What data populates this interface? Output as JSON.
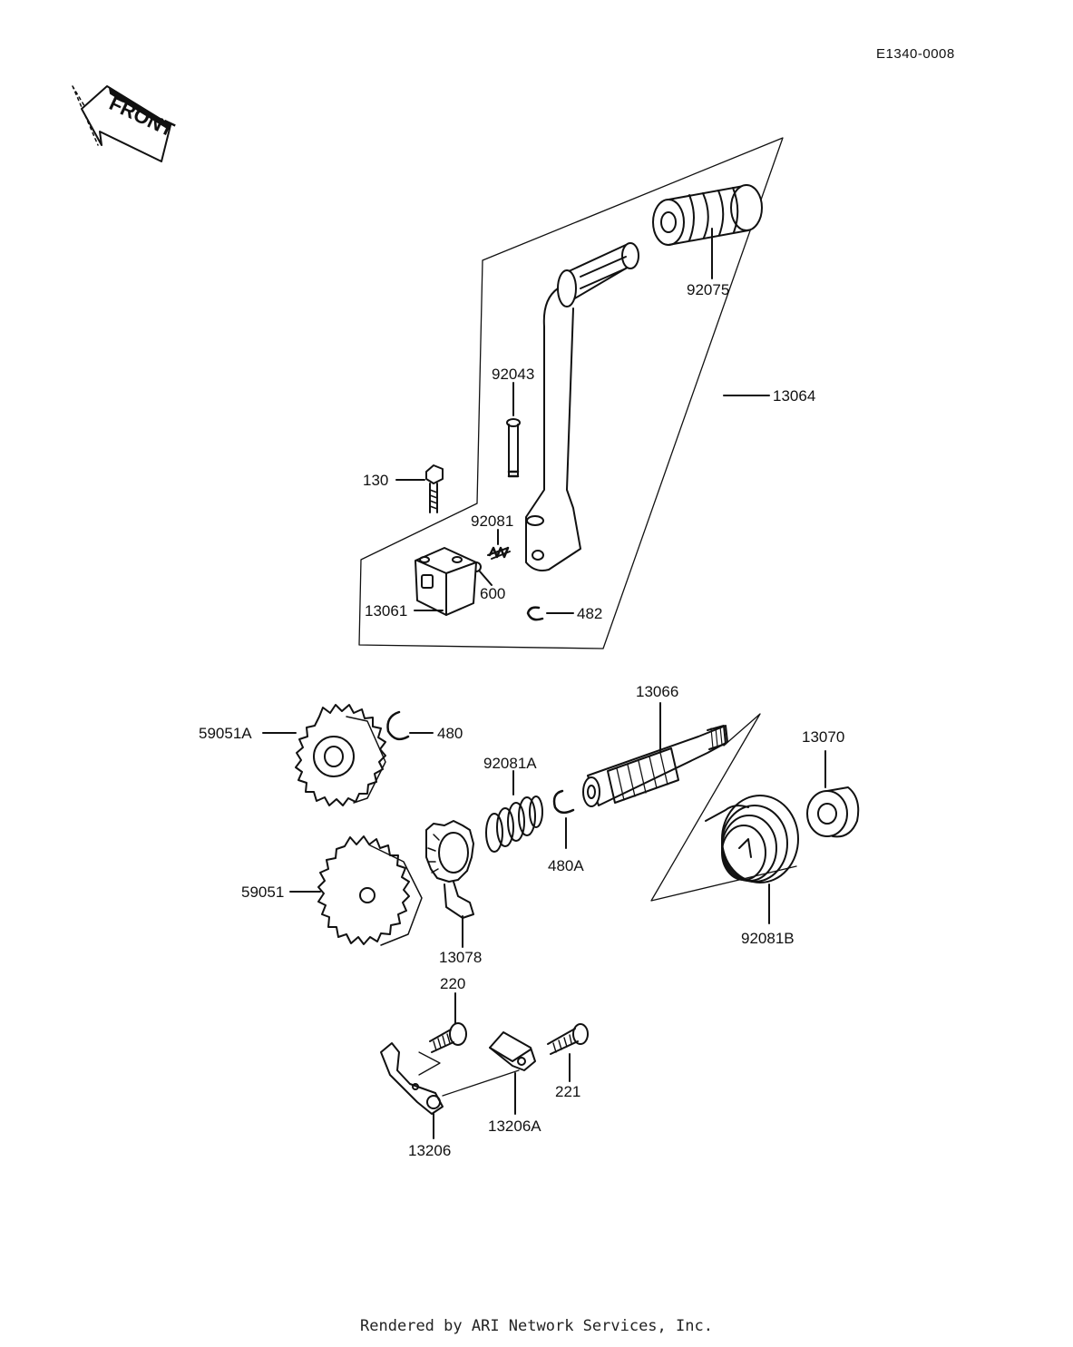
{
  "diagram_code": "E1340-0008",
  "front_label": "FRONT",
  "footer": "Rendered by ARI Network Services, Inc.",
  "parts": {
    "p92075": "92075",
    "p13064": "13064",
    "p92043": "92043",
    "p130": "130",
    "p92081": "92081",
    "p600": "600",
    "p13061": "13061",
    "p482": "482",
    "p13066": "13066",
    "p59051A": "59051A",
    "p480": "480",
    "p13070": "13070",
    "p92081A": "92081A",
    "p480A": "480A",
    "p59051": "59051",
    "p13078": "13078",
    "p92081B": "92081B",
    "p220": "220",
    "p221": "221",
    "p13206A": "13206A",
    "p13206": "13206"
  }
}
